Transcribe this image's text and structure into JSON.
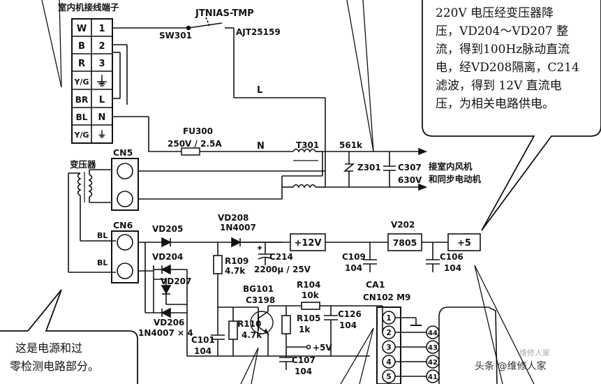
{
  "terminal_block": {
    "title": "室内机接线端子",
    "rows": [
      {
        "left": "W",
        "right": "1"
      },
      {
        "left": "B",
        "right": "2"
      },
      {
        "left": "R",
        "right": "3"
      },
      {
        "left": "Y/G",
        "right": "⏚"
      },
      {
        "left": "BR",
        "right": "L"
      },
      {
        "left": "BL",
        "right": "N"
      },
      {
        "left": "Y/G",
        "right": "⏚"
      }
    ]
  },
  "switch": {
    "name": "JTNIAS-TMP",
    "part": "AJT25159",
    "ref": "SW301"
  },
  "fuse": {
    "ref": "FU300",
    "rating": "250V / 2.5A"
  },
  "lines": {
    "L": "L",
    "N": "N"
  },
  "transformer_label": "变压器",
  "connectors": {
    "cn5": "CN5",
    "cn6": "CN6",
    "bl1": "BL",
    "bl2": "BL"
  },
  "upper_right": {
    "t301": "T301",
    "r561k": "561k",
    "z301": "Z301",
    "c307": "C307",
    "c307v": "630V",
    "fan_label_1": "接室内风机",
    "fan_label_2": "和同步电动机"
  },
  "rectifier": {
    "vd205": "VD205",
    "vd204": "VD204",
    "vd207": "VD207",
    "vd206": "VD206",
    "vd206_note": "1N4007 × 4",
    "vd208": "VD208",
    "vd208_type": "1N4007"
  },
  "filter": {
    "r109": "R109",
    "r109v": "4.7k",
    "c214": "C214",
    "c214v": "2200µ / 25V",
    "plus12": "+12V",
    "c109": "C109",
    "c109v": "104",
    "v202": "V202",
    "reg": "7805",
    "c106": "C106",
    "c106v": "104",
    "plus5": "+5"
  },
  "zero_cross": {
    "bg101": "BG101",
    "c3198": "C3198",
    "r104": "R104",
    "r104v": "10k",
    "c126": "C126",
    "c126v": "104",
    "r110": "R110",
    "r110v": "4.7k",
    "r105": "R105",
    "r105v": "1k",
    "c101": "C101",
    "c101v": "104",
    "c107": "C107",
    "c107v": "104",
    "plus5v": "+5V"
  },
  "mcu": {
    "ca1": "CA1",
    "cn102": "CN102 M9",
    "pins_left": [
      "1",
      "2",
      "3",
      "4",
      "5"
    ],
    "pins_right": [
      "44",
      "43",
      "42",
      "41"
    ]
  },
  "callouts": {
    "right_box_lines": [
      "220V 电压经变压器降",
      "压，VD204～VD207 整",
      "流，得到100Hz脉动直流",
      "电，经VD208隔离，C214",
      "滤波，得到 12V 直流电",
      "压，为相关电路供电。"
    ],
    "left_box_lines": [
      "这是电源和过",
      "零检测电路部分。"
    ]
  },
  "watermark": {
    "prefix": "头条",
    "handle": "@维修人家",
    "faint": "维修人家"
  }
}
